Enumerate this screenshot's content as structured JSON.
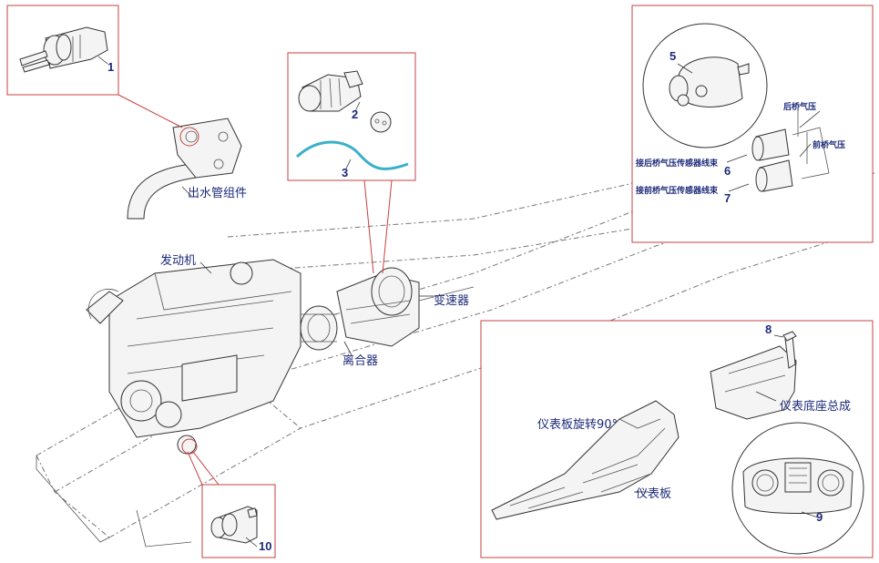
{
  "callouts": {
    "c1": "1",
    "c2": "2",
    "c3": "3",
    "c5": "5",
    "c6": "6",
    "c7": "7",
    "c8": "8",
    "c9": "9",
    "c10": "10"
  },
  "labels": {
    "water_outlet": "出水管组件",
    "engine": "发动机",
    "transmission": "变速器",
    "clutch": "离合器",
    "rear_axle_air": "后桥气压",
    "front_axle_air": "前桥气压",
    "rear_sensor_harness": "接后桥气压传感器线束",
    "front_sensor_harness": "接前桥气压传感器线束",
    "dash_rotated": "仪表板旋转90°",
    "dashboard": "仪表板",
    "dash_base_assy": "仪表底座总成"
  },
  "colors": {
    "callout_text": "#1c2a7a",
    "frame_line": "#c84040",
    "harness": "#3ab0c8"
  }
}
